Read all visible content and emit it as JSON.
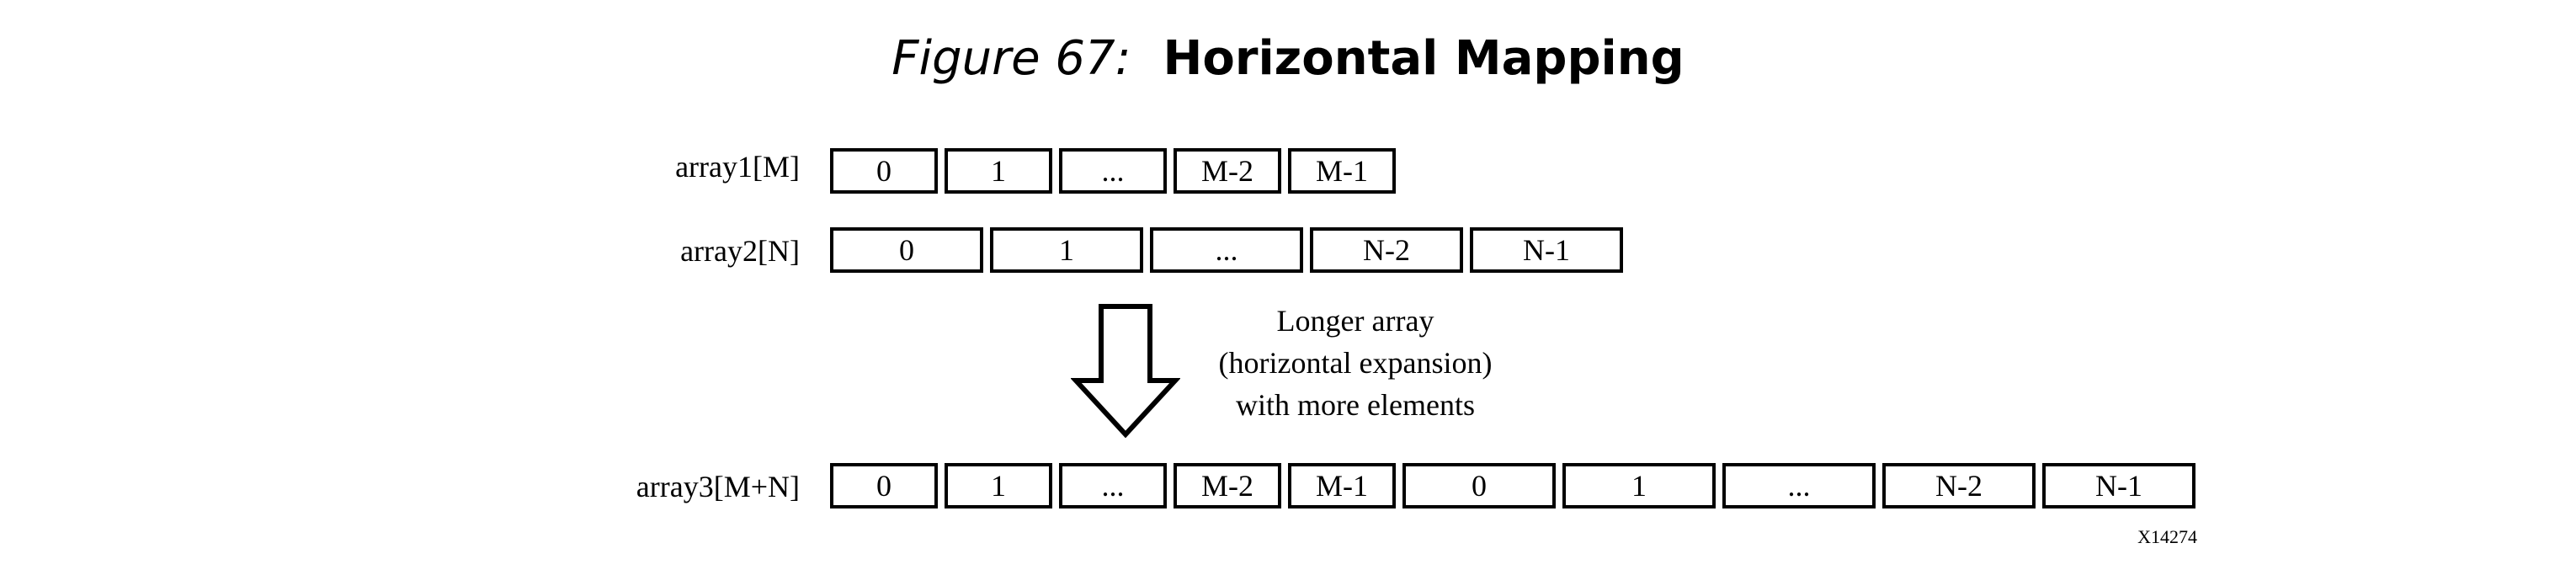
{
  "figure": {
    "number_label": "Figure 67:",
    "title": "Horizontal Mapping",
    "id_code": "X14274"
  },
  "arrays": {
    "array1": {
      "label": "array1[M]",
      "cells": [
        "0",
        "1",
        "...",
        "M-2",
        "M-1"
      ]
    },
    "array2": {
      "label": "array2[N]",
      "cells": [
        "0",
        "1",
        "...",
        "N-2",
        "N-1"
      ]
    },
    "array3": {
      "label": "array3[M+N]",
      "cells": [
        "0",
        "1",
        "...",
        "M-2",
        "M-1",
        "0",
        "1",
        "...",
        "N-2",
        "N-1"
      ]
    }
  },
  "annotation": {
    "lines": [
      "Longer array",
      "(horizontal expansion)",
      "with more elements"
    ]
  },
  "colors": {
    "stroke": "#000000",
    "background": "#ffffff"
  }
}
